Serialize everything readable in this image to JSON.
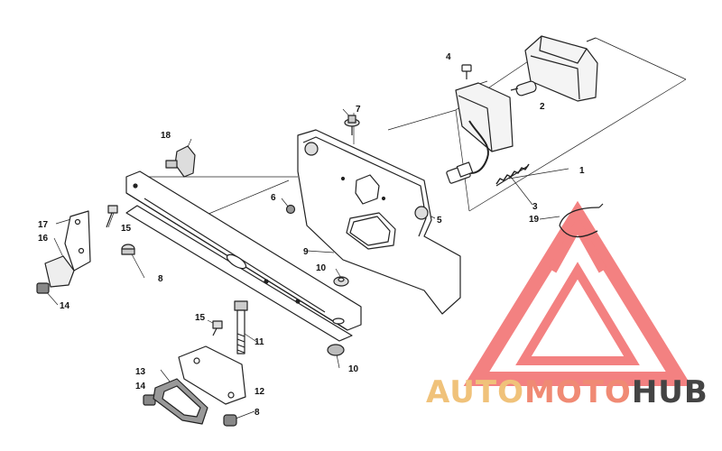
{
  "callouts": [
    {
      "id": "c1",
      "label": "1"
    },
    {
      "id": "c2",
      "label": "2"
    },
    {
      "id": "c3",
      "label": "3"
    },
    {
      "id": "c4",
      "label": "4"
    },
    {
      "id": "c5",
      "label": "5"
    },
    {
      "id": "c6",
      "label": "6"
    },
    {
      "id": "c7",
      "label": "7"
    },
    {
      "id": "c8a",
      "label": "8"
    },
    {
      "id": "c8b",
      "label": "8"
    },
    {
      "id": "c9",
      "label": "9"
    },
    {
      "id": "c10a",
      "label": "10"
    },
    {
      "id": "c10b",
      "label": "10"
    },
    {
      "id": "c11",
      "label": "11"
    },
    {
      "id": "c12",
      "label": "12"
    },
    {
      "id": "c13",
      "label": "13"
    },
    {
      "id": "c14a",
      "label": "14"
    },
    {
      "id": "c14b",
      "label": "14"
    },
    {
      "id": "c15a",
      "label": "15"
    },
    {
      "id": "c15b",
      "label": "15"
    },
    {
      "id": "c16",
      "label": "16"
    },
    {
      "id": "c17",
      "label": "17"
    },
    {
      "id": "c18",
      "label": "18"
    },
    {
      "id": "c19",
      "label": "19"
    }
  ],
  "watermark": {
    "part1": "AUTO",
    "part2": "MOTO",
    "part3": "HUB",
    "color_auto": "#f0c27a",
    "color_moto": "#f08a74",
    "color_hub": "#444444",
    "logo_color": "#f26c6c"
  }
}
